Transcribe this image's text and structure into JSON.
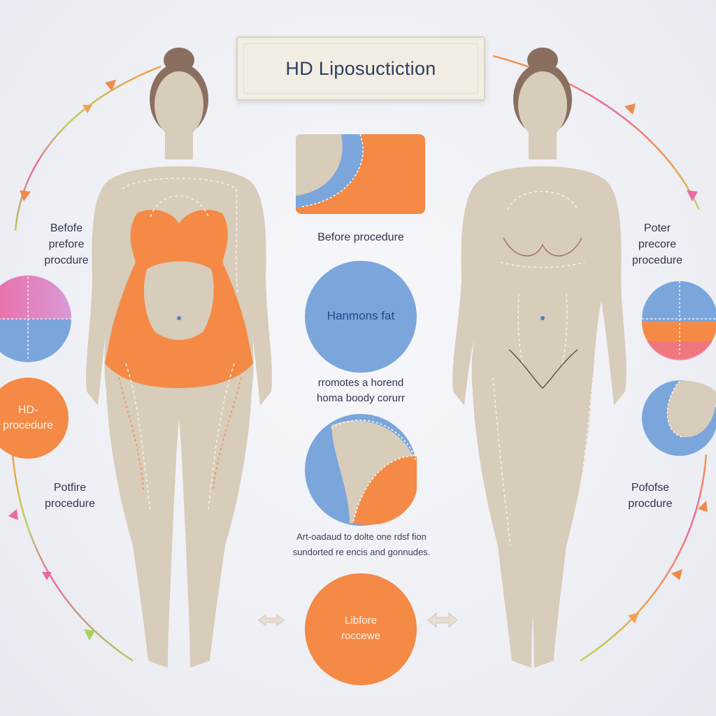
{
  "title": "HD Liposuctiction",
  "left_labels": [
    {
      "lines": [
        "Befofe",
        "prefore",
        "procdure"
      ]
    },
    {
      "lines": [
        "HD-",
        "procedure"
      ]
    },
    {
      "lines": [
        "Potfire",
        "procedure"
      ]
    }
  ],
  "right_labels": [
    {
      "lines": [
        "Poter",
        "precore",
        "procedure"
      ]
    },
    {
      "lines": [
        "Pofofse",
        "procdure"
      ]
    }
  ],
  "center": {
    "before_label": "Before procedure",
    "circle1_label": "Hanmons fat",
    "promo_lines": [
      "rromotes a horend",
      "homa boody corurr"
    ],
    "note_lines": [
      "Art-oadaud to dolte one rdsf fion",
      "sundorted re encis and gonnudes."
    ],
    "bottom_circle_lines": [
      "Libfore",
      "roccewe"
    ]
  },
  "colors": {
    "orange": "#f48a45",
    "blue": "#7ba6dc",
    "skin": "#d8ccba",
    "hair": "#8a6e5f",
    "pink": "#e96aa0",
    "lime": "#a9d15a"
  }
}
